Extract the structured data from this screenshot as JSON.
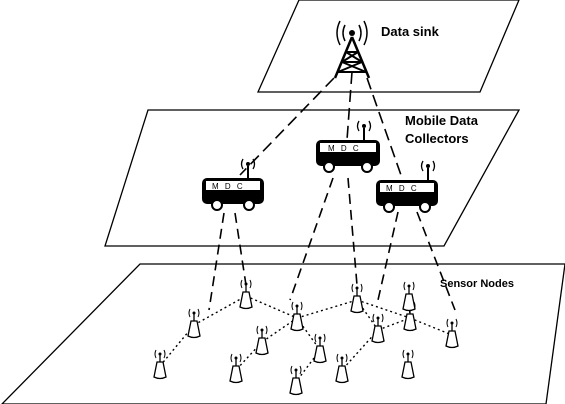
{
  "labels": {
    "sink": "Data sink",
    "mdc_line1": "Mobile Data",
    "mdc_line2": "Collectors",
    "sensors": "Sensor Nodes",
    "bus_text": "M D C"
  },
  "colors": {
    "stroke": "#000000",
    "background": "#ffffff"
  }
}
